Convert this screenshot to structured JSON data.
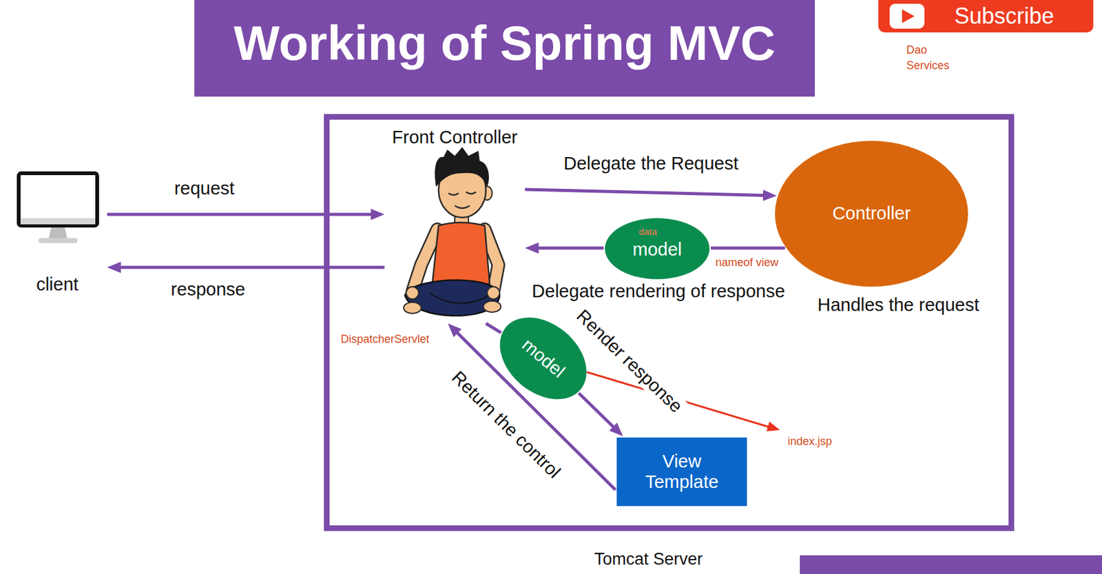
{
  "diagram": {
    "title": "Working of Spring MVC",
    "nodes": [
      {
        "text": [
          "Subscribe"
        ]
      },
      {
        "text": [
          "client"
        ]
      },
      {
        "text": [
          "Tomcat Server"
        ]
      },
      {
        "text": [
          "Front Controller"
        ],
        "in": 2
      },
      {
        "text": [
          "Controller",
          "Handles the request"
        ],
        "in": 2
      },
      {
        "text": [
          "data",
          "model"
        ],
        "in": 2
      },
      {
        "text": [
          "model"
        ],
        "in": 2
      },
      {
        "text": [
          "View Template"
        ],
        "in": 2
      }
    ],
    "edges": [
      {
        "from": 1,
        "to": 3,
        "arrow": "to",
        "label": "request"
      },
      {
        "from": 3,
        "to": 1,
        "arrow": "to",
        "label": "response"
      },
      {
        "from": 3,
        "to": 4,
        "arrow": "to",
        "label": "Delegate the Request"
      },
      {
        "from": 4,
        "to": 5,
        "arrow": "none",
        "label": "nameof view"
      },
      {
        "from": 5,
        "to": 3,
        "arrow": "to"
      },
      {
        "from": 3,
        "to": 6,
        "arrow": "none"
      },
      {
        "from": 6,
        "to": 7,
        "arrow": "to"
      },
      {
        "from": 7,
        "to": 3,
        "arrow": "to",
        "label": "Return the control"
      }
    ],
    "labels": [
      "Dao",
      "Services",
      "Delegate rendering of response",
      "DispatcherServlet",
      "Render response",
      "index.jsp"
    ]
  }
}
